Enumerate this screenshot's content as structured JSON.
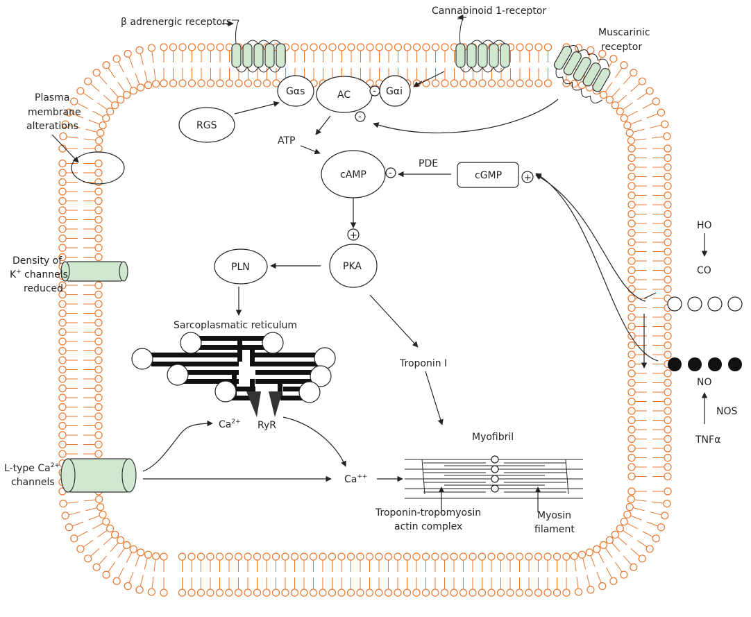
{
  "labels": {
    "beta_receptors": "β adrenergic receptors",
    "cannabinoid": "Cannabinoid 1-receptor",
    "muscarinic_1": "Muscarinic",
    "muscarinic_2": "receptor",
    "plasma_1": "Plasma",
    "plasma_2": "membrane",
    "plasma_3": "alterations",
    "density_1": "Density of",
    "density_2a": "K",
    "density_2sup": "+",
    "density_2b": " channels",
    "density_3": "reduced",
    "ltype_1a": "L-type Ca",
    "ltype_1sup": "2+",
    "ltype_2": "channels",
    "gas": "Gαs",
    "ac": "AC",
    "gai": "Gαi",
    "rgs": "RGS",
    "atp": "ATP",
    "camp": "cAMP",
    "pde": "PDE",
    "cgmp": "cGMP",
    "pka": "PKA",
    "pln": "PLN",
    "sarco": "Sarcoplasmatic reticulum",
    "ryr": "RyR",
    "ca2_a": "Ca",
    "ca2_sup": "2+",
    "capp_a": "Ca",
    "capp_sup": "++",
    "troponin_i": "Troponin I",
    "myofibril": "Myofibril",
    "ttac_1": "Troponin-tropomyosin",
    "ttac_2": "actin complex",
    "myosin_1": "Myosin",
    "myosin_2": "filament",
    "ho": "HO",
    "co": "CO",
    "no": "NO",
    "nos": "NOS",
    "tnf": "TNFα",
    "minus": "-",
    "plus": "+"
  },
  "colors": {
    "lipid_head": "#e8772e",
    "channel_fill": "#cfe8cf",
    "line": "#222222"
  }
}
